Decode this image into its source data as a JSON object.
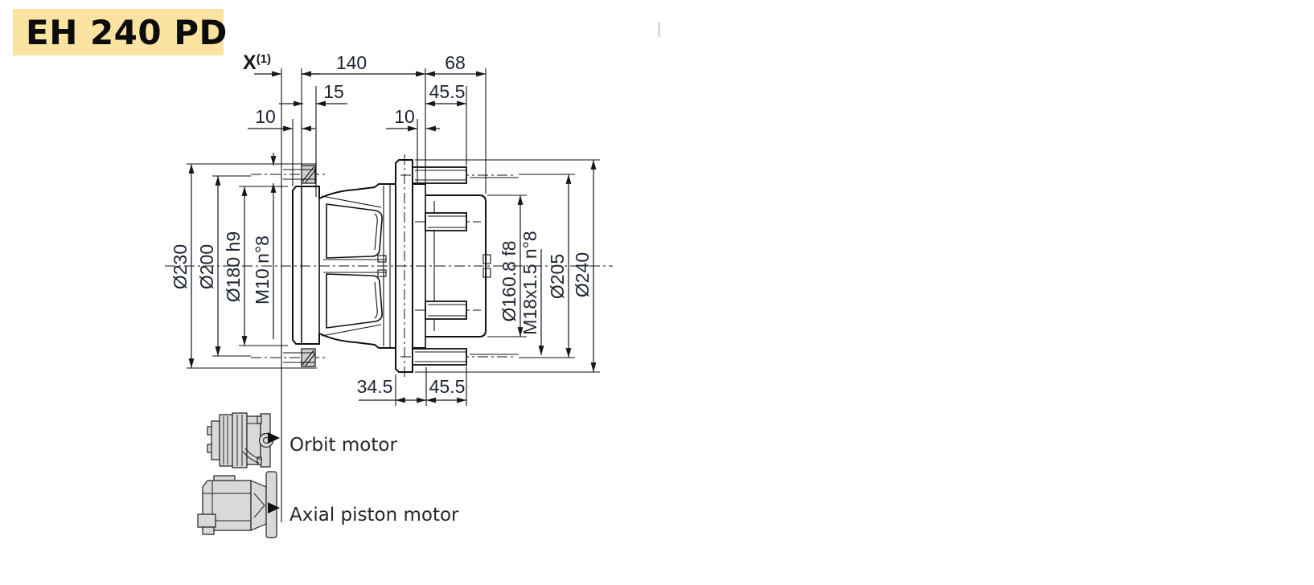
{
  "header": {
    "badge_text": "EH 240 PD"
  },
  "drawing": {
    "dims": {
      "x_ref": "X",
      "x_ref_sup": "(1)",
      "len_140": "140",
      "len_68": "68",
      "len_15": "15",
      "len_45_5_top": "45.5",
      "len_10_left": "10",
      "len_10_right": "10",
      "len_34_5": "34.5",
      "len_45_5_bottom": "45.5",
      "dia_230": "Ø230",
      "dia_200": "Ø200",
      "dia_180": "Ø180 h9",
      "m10": "M10 n°8",
      "dia_160_8": "Ø160.8 f8",
      "m18": "M18x1.5 n°8",
      "dia_205": "Ø205",
      "dia_240": "Ø240"
    }
  },
  "legend": {
    "items": [
      {
        "label": "Orbit motor"
      },
      {
        "label": "Axial piston  motor"
      }
    ]
  },
  "colors": {
    "badge_bg": "#fae2a0",
    "line": "#111111",
    "dim_text": "#1c2430"
  }
}
